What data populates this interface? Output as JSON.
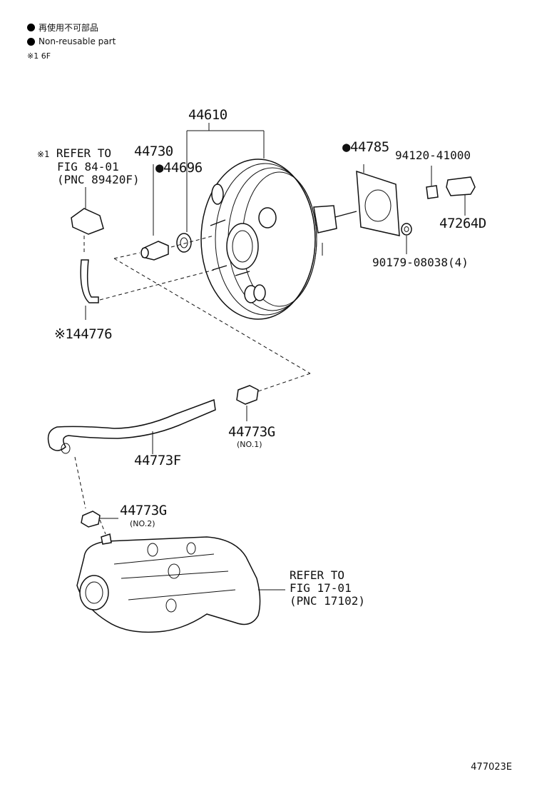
{
  "legend": {
    "jp_label": "再使用不可部品",
    "en_label": "Non-reusable part",
    "note": "※1 6F"
  },
  "labels": {
    "booster": "44610",
    "check_valve": "44730",
    "grommet": "●44696",
    "gasket": "●44785",
    "bushing": "94120-41000",
    "bracket": "47264D",
    "nut": "90179-08038(4)",
    "hose_short": "※144776",
    "hose_long": "44773F",
    "clamp1": "44773G",
    "clamp1_sub": "(NO.1)",
    "clamp2": "44773G",
    "clamp2_sub": "(NO.2)"
  },
  "refs": {
    "ref1_mark": "※1",
    "ref1_l1": "REFER TO",
    "ref1_l2": "FIG 84-01",
    "ref1_l3": "(PNC 89420F)",
    "ref2_l1": "REFER TO",
    "ref2_l2": "FIG 17-01",
    "ref2_l3": "(PNC 17102)"
  },
  "figure_id": "477023E"
}
